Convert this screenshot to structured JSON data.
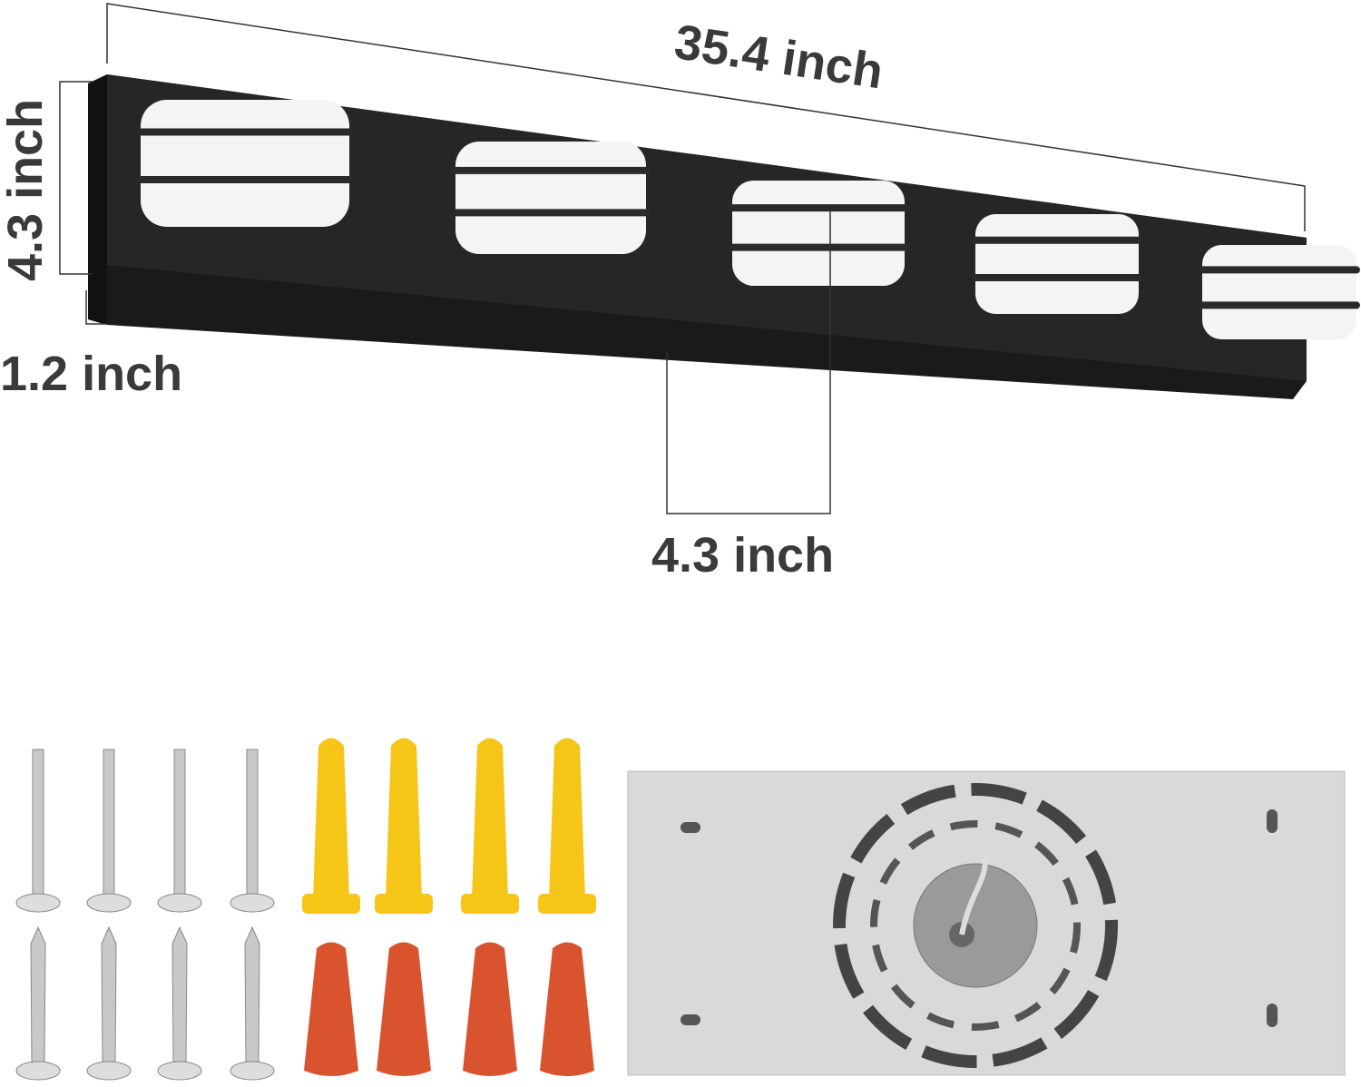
{
  "dimensions": {
    "length": "35.4 inch",
    "height": "4.3 inch",
    "depth": "1.2 inch",
    "shade_width": "4.3 inch"
  },
  "colors": {
    "fixture": "#1c1c1c",
    "shade": "#f4f4f4",
    "anchor": "#f5c518",
    "wire_nut": "#d9532f",
    "plate": "#d8d8d8"
  },
  "hardware": {
    "machine_screws": 4,
    "wood_screws": 4,
    "wall_anchors": 4,
    "wire_nuts": 4,
    "mounting_plates": 1
  }
}
